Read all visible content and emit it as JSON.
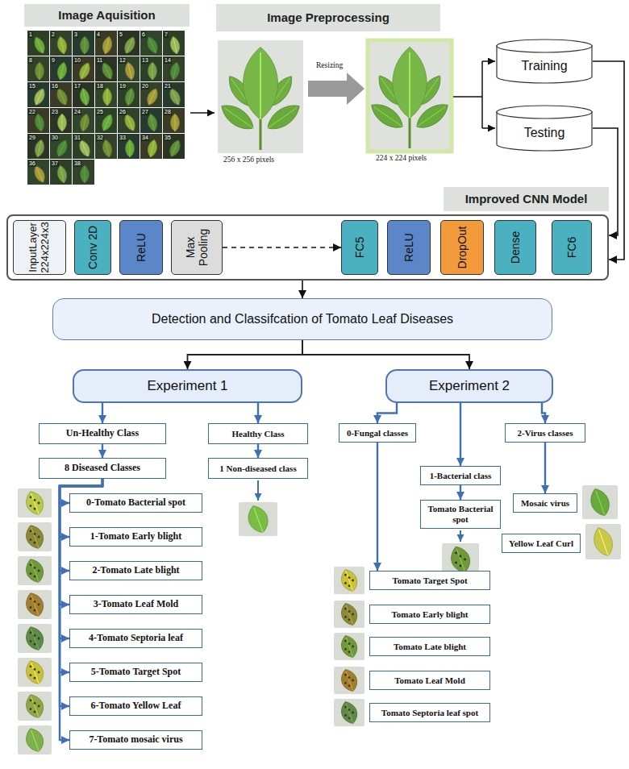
{
  "diagram": {
    "nodes": [
      {
        "text": [
          "Image Aquisition"
        ]
      },
      {
        "text": [
          "Image Preprocessing"
        ]
      },
      {
        "text": [
          "Training"
        ]
      },
      {
        "text": [
          "Testing"
        ]
      },
      {
        "text": [
          "Improved CNN Model"
        ]
      },
      {
        "text": [
          "InputLayer 224x224x3"
        ],
        "in": 4
      },
      {
        "text": [
          "Conv 2D"
        ],
        "in": 4
      },
      {
        "text": [
          "ReLU"
        ],
        "in": 4
      },
      {
        "text": [
          "Max Pooling"
        ],
        "in": 4
      },
      {
        "text": [
          "FC5"
        ],
        "in": 4
      },
      {
        "text": [
          "ReLU"
        ],
        "in": 4
      },
      {
        "text": [
          "DropOut"
        ],
        "in": 4
      },
      {
        "text": [
          "Dense"
        ],
        "in": 4
      },
      {
        "text": [
          "FC6"
        ],
        "in": 4
      },
      {
        "text": [
          "Detection and Classifcation of Tomato Leaf Diseases"
        ]
      },
      {
        "text": [
          "Experiment 1"
        ]
      },
      {
        "text": [
          "Experiment 2"
        ]
      },
      {
        "text": [
          "Un-Healthy Class"
        ]
      },
      {
        "text": [
          "Healthy Class"
        ]
      },
      {
        "text": [
          "8 Diseased Classes"
        ]
      },
      {
        "text": [
          "1 Non-diseased class"
        ]
      },
      {
        "text": [
          "0-Tomato Bacterial spot"
        ]
      },
      {
        "text": [
          "1-Tomato Early blight"
        ]
      },
      {
        "text": [
          "2-Tomato Late blight"
        ]
      },
      {
        "text": [
          "3-Tomato Leaf Mold"
        ]
      },
      {
        "text": [
          "4-Tomato Septoria leaf"
        ]
      },
      {
        "text": [
          "5-Tomato Target Spot"
        ]
      },
      {
        "text": [
          "6-Tomato Yellow Leaf"
        ]
      },
      {
        "text": [
          "7-Tomato mosaic virus"
        ]
      },
      {
        "text": [
          "0-Fungal classes"
        ]
      },
      {
        "text": [
          "1-Bacterial class"
        ]
      },
      {
        "text": [
          "2-Virus classes"
        ]
      },
      {
        "text": [
          "Tomato Bacterial spot"
        ]
      },
      {
        "text": [
          "Mosaic virus"
        ]
      },
      {
        "text": [
          "Yellow Leaf Curl"
        ]
      },
      {
        "text": [
          "Tomato Target Spot"
        ]
      },
      {
        "text": [
          "Tomato Early blight"
        ]
      },
      {
        "text": [
          "Tomato Late blight"
        ]
      },
      {
        "text": [
          "Tomato Leaf Mold"
        ]
      },
      {
        "text": [
          "Tomato Septoria leaf spot"
        ]
      }
    ],
    "edges": [
      {
        "from": 2,
        "to": 4,
        "arrow": "to"
      },
      {
        "from": 3,
        "to": 4,
        "arrow": "to"
      },
      {
        "from": 8,
        "to": 9,
        "arrow": "to"
      },
      {
        "from": 4,
        "to": 14,
        "arrow": "to"
      },
      {
        "from": 14,
        "to": 15,
        "arrow": "to"
      },
      {
        "from": 14,
        "to": 16,
        "arrow": "to"
      },
      {
        "from": 15,
        "to": 17,
        "arrow": "to"
      },
      {
        "from": 15,
        "to": 18,
        "arrow": "to"
      },
      {
        "from": 17,
        "to": 19,
        "arrow": "to"
      },
      {
        "from": 18,
        "to": 20,
        "arrow": "to"
      },
      {
        "from": 19,
        "to": 21,
        "arrow": "to"
      },
      {
        "from": 19,
        "to": 22,
        "arrow": "to"
      },
      {
        "from": 19,
        "to": 23,
        "arrow": "to"
      },
      {
        "from": 19,
        "to": 24,
        "arrow": "to"
      },
      {
        "from": 19,
        "to": 25,
        "arrow": "to"
      },
      {
        "from": 19,
        "to": 26,
        "arrow": "to"
      },
      {
        "from": 19,
        "to": 27,
        "arrow": "to"
      },
      {
        "from": 19,
        "to": 28,
        "arrow": "to"
      },
      {
        "from": 16,
        "to": 29,
        "arrow": "to"
      },
      {
        "from": 16,
        "to": 30,
        "arrow": "to"
      },
      {
        "from": 16,
        "to": 31,
        "arrow": "to"
      },
      {
        "from": 29,
        "to": 35,
        "arrow": "to"
      },
      {
        "from": 30,
        "to": 32,
        "arrow": "to"
      },
      {
        "from": 31,
        "to": 33,
        "arrow": "to"
      }
    ],
    "labels": [
      "1",
      "2",
      "3",
      "4",
      "5",
      "6",
      "7",
      "8",
      "9",
      "10",
      "11",
      "12",
      "13",
      "14",
      "15",
      "16",
      "17",
      "18",
      "19",
      "20",
      "21",
      "22",
      "23",
      "24",
      "25",
      "26",
      "27",
      "28",
      "29",
      "30",
      "31",
      "32",
      "33",
      "34",
      "35",
      "36",
      "37",
      "38",
      "Resizing",
      "256 x 256 pixels",
      "224 x 224 pixels"
    ]
  }
}
